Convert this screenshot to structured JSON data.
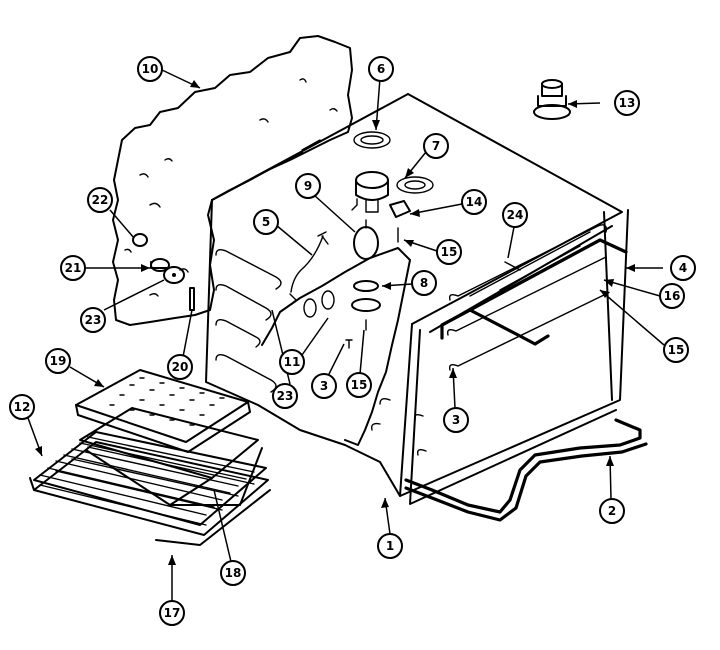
{
  "callouts": [
    {
      "id": "c1",
      "label": "1"
    },
    {
      "id": "c2",
      "label": "2"
    },
    {
      "id": "c3a",
      "label": "3"
    },
    {
      "id": "c3b",
      "label": "3"
    },
    {
      "id": "c4",
      "label": "4"
    },
    {
      "id": "c5",
      "label": "5"
    },
    {
      "id": "c6",
      "label": "6"
    },
    {
      "id": "c7",
      "label": "7"
    },
    {
      "id": "c8",
      "label": "8"
    },
    {
      "id": "c9",
      "label": "9"
    },
    {
      "id": "c10",
      "label": "10"
    },
    {
      "id": "c11",
      "label": "11"
    },
    {
      "id": "c12",
      "label": "12"
    },
    {
      "id": "c13",
      "label": "13"
    },
    {
      "id": "c14",
      "label": "14"
    },
    {
      "id": "c15a",
      "label": "15"
    },
    {
      "id": "c15b",
      "label": "15"
    },
    {
      "id": "c15c",
      "label": "15"
    },
    {
      "id": "c16",
      "label": "16"
    },
    {
      "id": "c17",
      "label": "17"
    },
    {
      "id": "c18",
      "label": "18"
    },
    {
      "id": "c19",
      "label": "19"
    },
    {
      "id": "c20",
      "label": "20"
    },
    {
      "id": "c21",
      "label": "21"
    },
    {
      "id": "c22",
      "label": "22"
    },
    {
      "id": "c23a",
      "label": "23"
    },
    {
      "id": "c23b",
      "label": "23"
    },
    {
      "id": "c24",
      "label": "24"
    }
  ]
}
